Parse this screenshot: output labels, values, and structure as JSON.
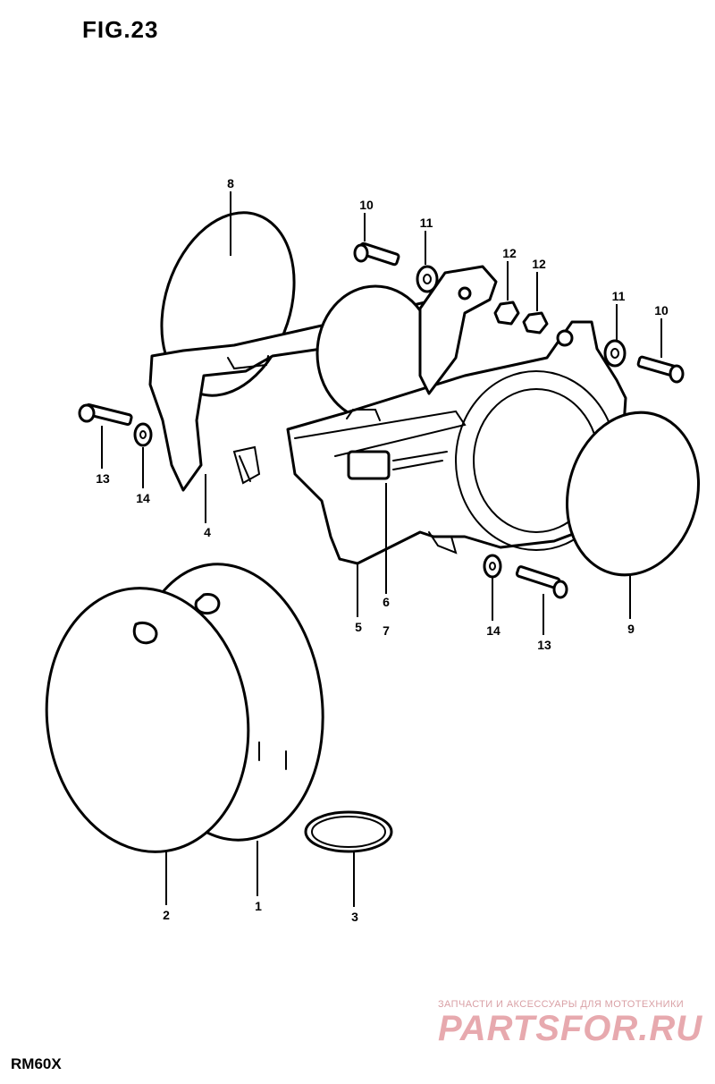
{
  "figure_title": "FIG.23",
  "model_code": "RM60X",
  "watermark": {
    "line1": "ЗАПЧАСТИ И АКСЕССУАРЫ ДЛЯ МОТОТЕХНИКИ",
    "line2": "PARTSFOR.RU"
  },
  "callouts": {
    "c1": "1",
    "c2": "2",
    "c3": "3",
    "c4": "4",
    "c5": "5",
    "c6": "6",
    "c7": "7",
    "c8": "8",
    "c9": "9",
    "c10a": "10",
    "c10b": "10",
    "c11a": "11",
    "c11b": "11",
    "c12a": "12",
    "c12b": "12",
    "c13a": "13",
    "c13b": "13",
    "c14a": "14",
    "c14b": "14"
  }
}
